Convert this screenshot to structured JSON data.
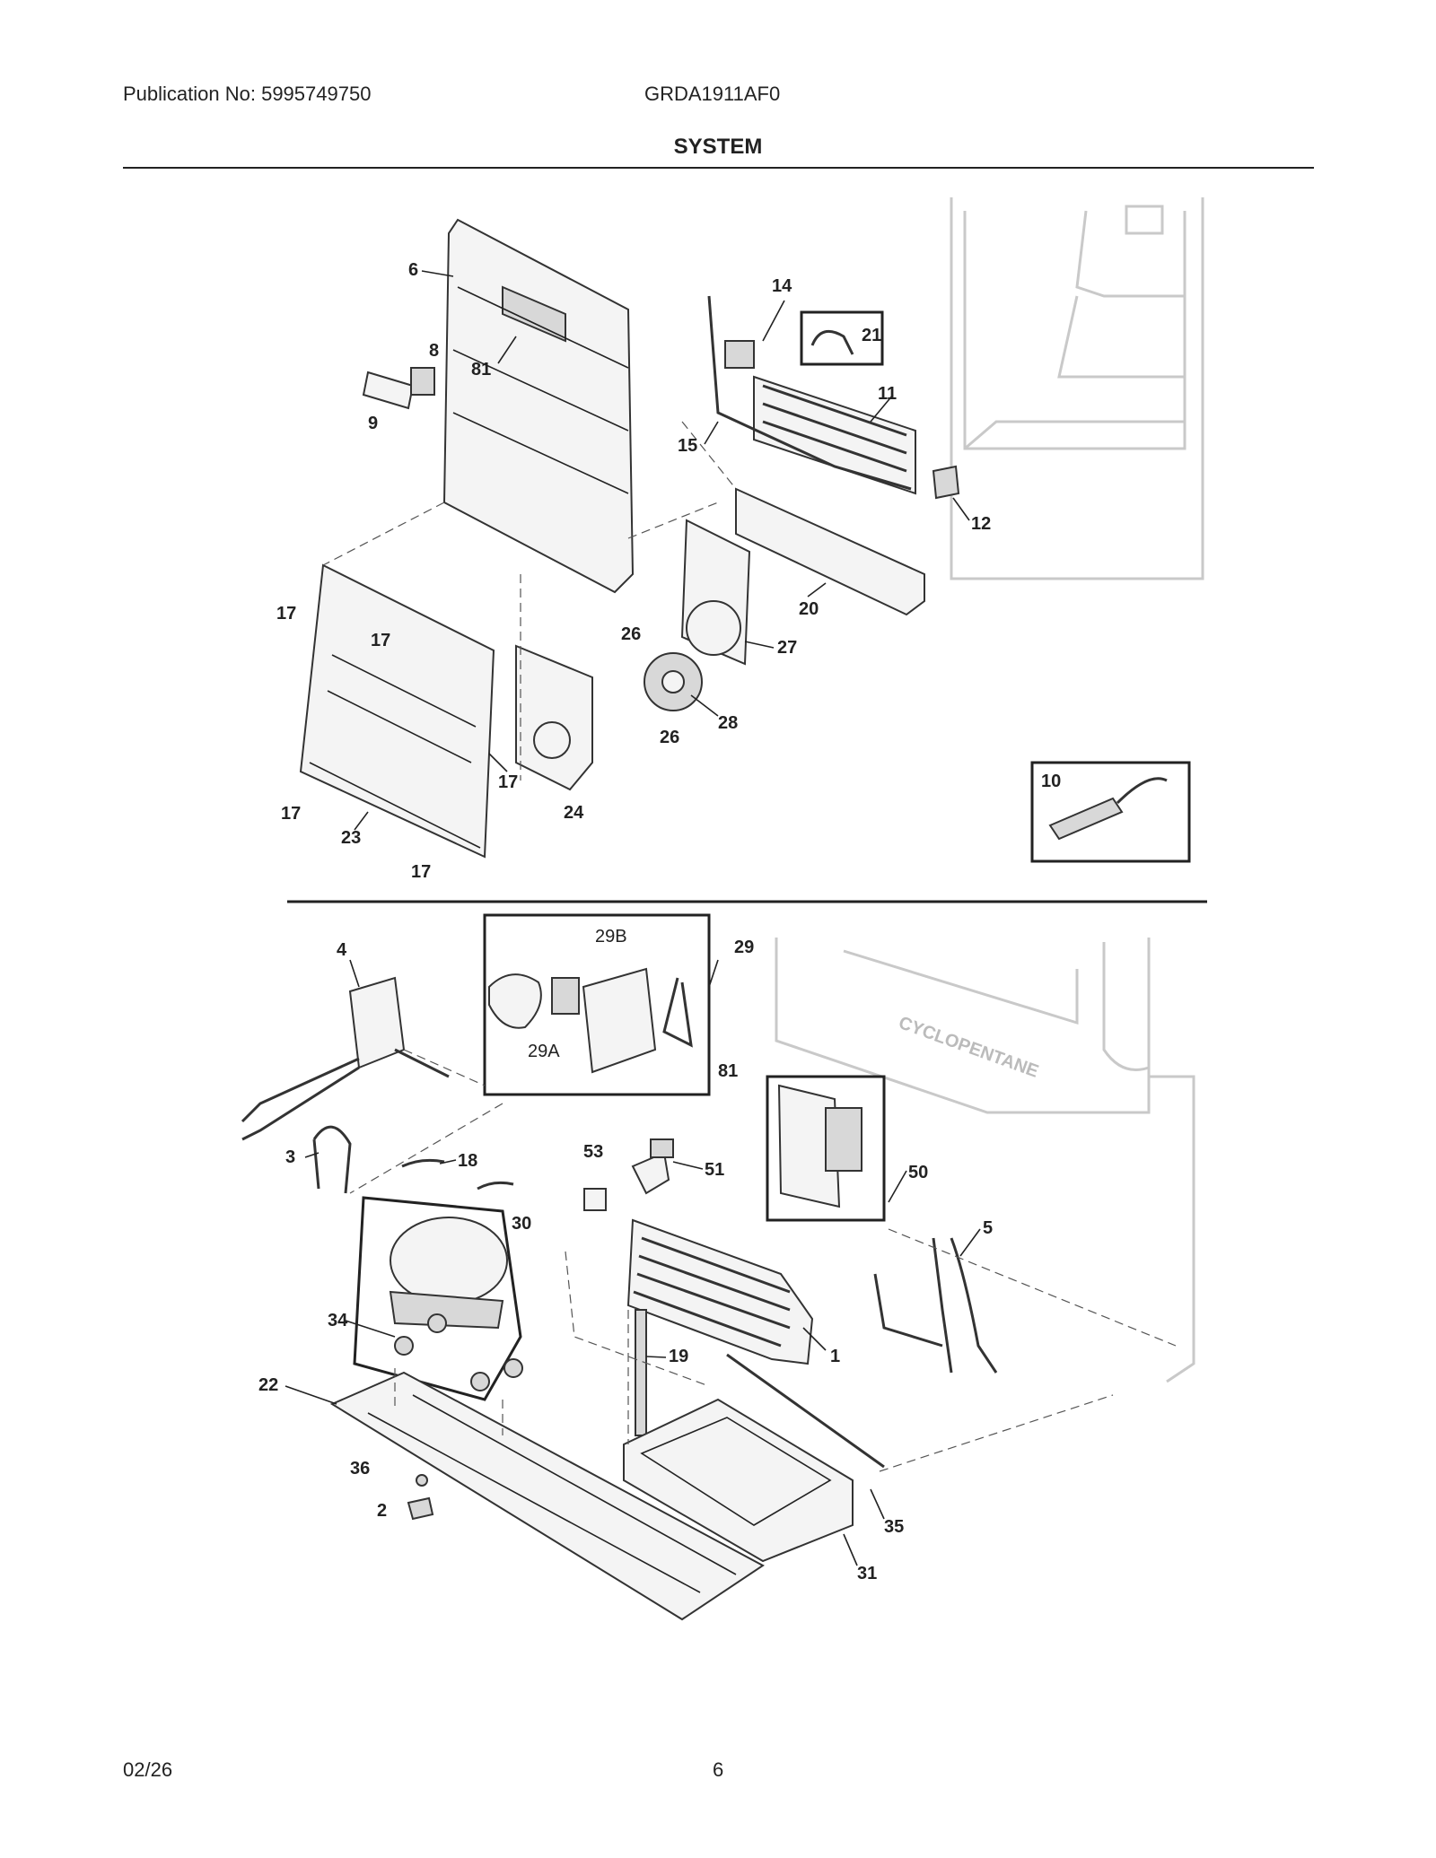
{
  "header": {
    "publication": "Publication No: 5995749750",
    "model": "GRDA1911AF0"
  },
  "section_title": "SYSTEM",
  "footer": {
    "date": "02/26",
    "page": "6"
  },
  "callouts": {
    "p1": "1",
    "p2": "2",
    "p3": "3",
    "p4": "4",
    "p5": "5",
    "p6": "6",
    "p8": "8",
    "p9": "9",
    "p10": "10",
    "p11": "11",
    "p12": "12",
    "p14": "14",
    "p15": "15",
    "p17a": "17",
    "p17b": "17",
    "p17c": "17",
    "p17d": "17",
    "p17e": "17",
    "p18": "18",
    "p19": "19",
    "p20": "20",
    "p21": "21",
    "p22": "22",
    "p23": "23",
    "p24": "24",
    "p26a": "26",
    "p26b": "26",
    "p27": "27",
    "p28": "28",
    "p29": "29",
    "p29A": "29A",
    "p29B": "29B",
    "p30": "30",
    "p31": "31",
    "p34": "34",
    "p35": "35",
    "p36": "36",
    "p50": "50",
    "p51": "51",
    "p53": "53",
    "p81a": "81",
    "p81b": "81"
  },
  "cabinet_label": "CYCLOPENTANE"
}
